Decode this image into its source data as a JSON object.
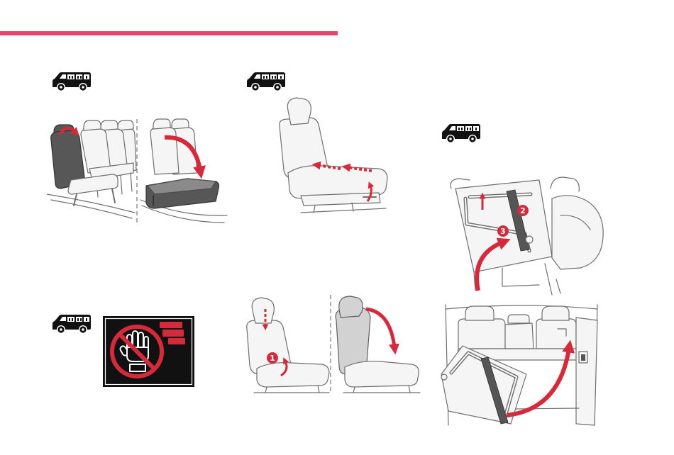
{
  "document": {
    "accent_color": "#e2486e",
    "arrow_color": "#d42a3c",
    "line_color": "#6f6f6f"
  },
  "icons": {
    "vehicle": "van-icon",
    "prohibition": "no-hands-icon"
  },
  "callouts": {
    "step_1": "1",
    "step_2": "2",
    "step_3": "3"
  }
}
